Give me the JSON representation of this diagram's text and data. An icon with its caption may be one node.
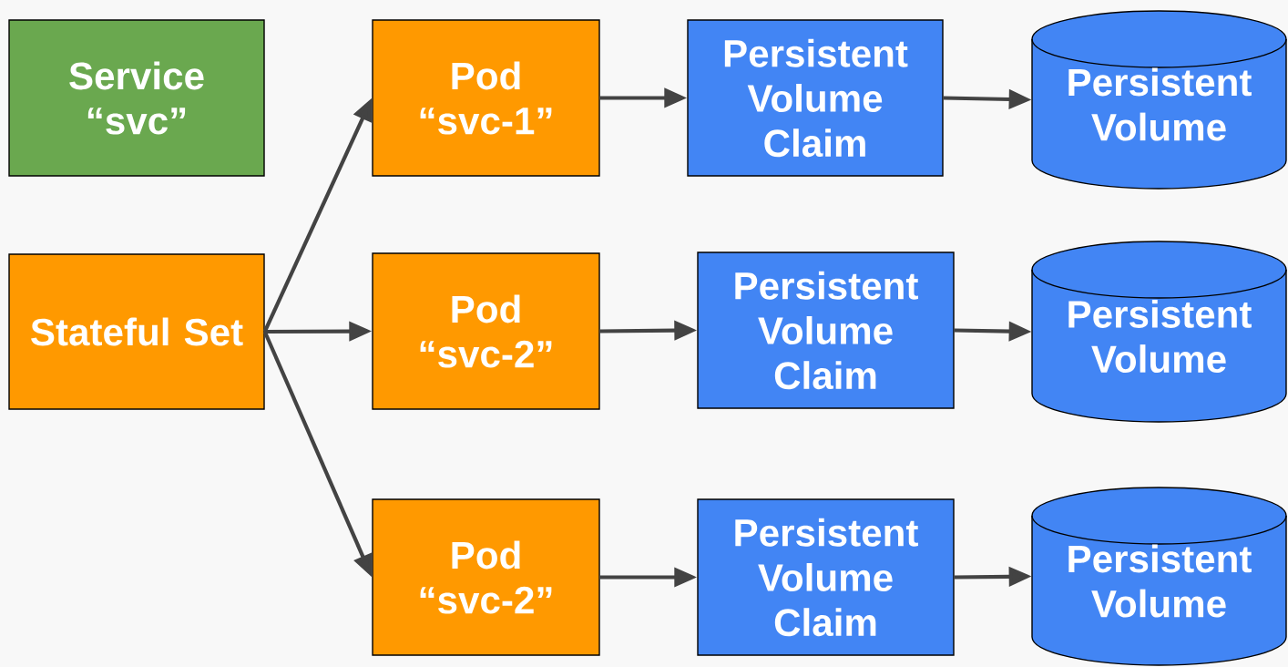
{
  "diagram": {
    "nodes": [
      {
        "text": [
          "Service “svc”"
        ]
      },
      {
        "text": [
          "Stateful Set"
        ]
      },
      {
        "text": [
          "Pod “svc-1”"
        ]
      },
      {
        "text": [
          "Persistent Volume Claim"
        ]
      },
      {
        "text": [
          "Persistent Volume"
        ]
      },
      {
        "text": [
          "Pod “svc-2”"
        ]
      },
      {
        "text": [
          "Persistent Volume Claim"
        ]
      },
      {
        "text": [
          "Persistent Volume"
        ]
      },
      {
        "text": [
          "Pod “svc-2”"
        ]
      },
      {
        "text": [
          "Persistent Volume Claim"
        ]
      },
      {
        "text": [
          "Persistent Volume"
        ]
      }
    ],
    "edges": [
      {
        "from": 1,
        "to": 2,
        "arrow": "to"
      },
      {
        "from": 1,
        "to": 5,
        "arrow": "to"
      },
      {
        "from": 1,
        "to": 8,
        "arrow": "to"
      },
      {
        "from": 2,
        "to": 3,
        "arrow": "to"
      },
      {
        "from": 3,
        "to": 4,
        "arrow": "to"
      },
      {
        "from": 5,
        "to": 6,
        "arrow": "to"
      },
      {
        "from": 6,
        "to": 7,
        "arrow": "to"
      },
      {
        "from": 8,
        "to": 9,
        "arrow": "to"
      },
      {
        "from": 9,
        "to": 10,
        "arrow": "to"
      }
    ]
  }
}
